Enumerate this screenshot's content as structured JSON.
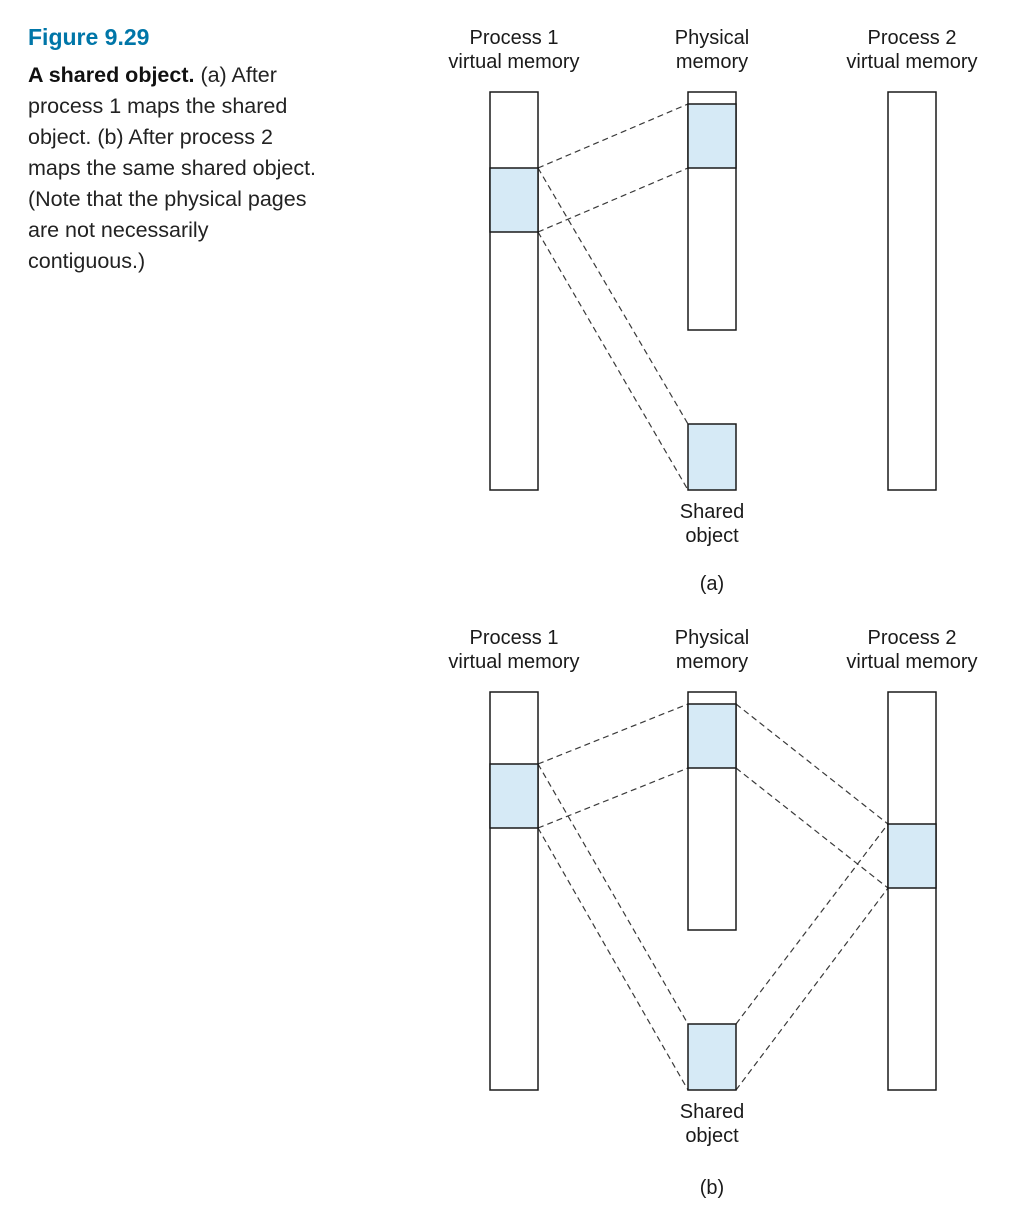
{
  "caption": {
    "figure_label": "Figure 9.29",
    "bold_lead": "A shared object.",
    "body": " (a) After process 1 maps the shared object. (b) After process 2 maps the same shared object. (Note that the physical pages are not necessarily contiguous.)"
  },
  "labels": {
    "process1_line1": "Process 1",
    "process1_line2": "virtual memory",
    "physical_line1": "Physical",
    "physical_line2": "memory",
    "process2_line1": "Process 2",
    "process2_line2": "virtual memory",
    "shared_object_line1": "Shared",
    "shared_object_line2": "object",
    "panel_a_tag": "(a)",
    "panel_b_tag": "(b)"
  },
  "colors": {
    "shaded_page_fill": "#d6eaf6",
    "figure_label_color": "#0076a8",
    "outline": "#1a1a1a"
  }
}
